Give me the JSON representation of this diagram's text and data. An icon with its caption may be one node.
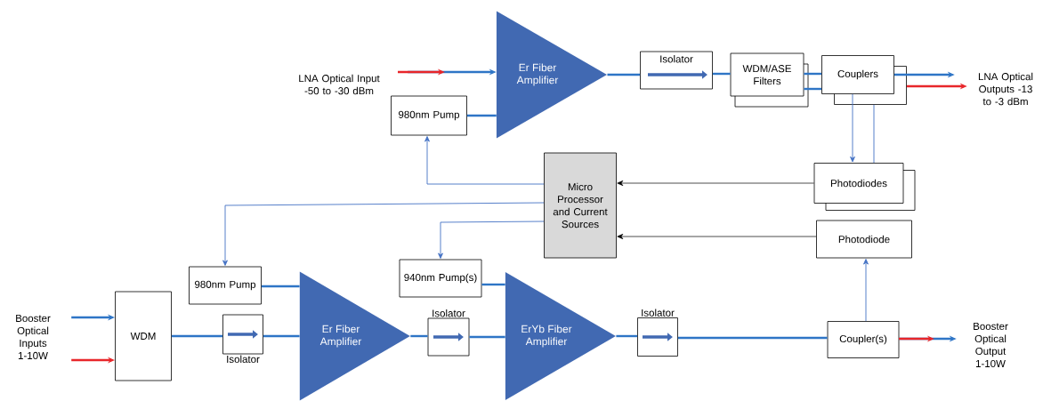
{
  "diagram": {
    "nodes": [
      {
        "text": [
          "LNA Optical Input -50 to -30 dBm"
        ]
      },
      {
        "text": [
          "980nm Pump"
        ]
      },
      {
        "text": [
          "Er Fiber Amplifier"
        ]
      },
      {
        "text": [
          "Isolator"
        ]
      },
      {
        "text": [
          "WDM/ASE Filters"
        ]
      },
      {
        "text": [
          "Couplers"
        ]
      },
      {
        "text": [
          "LNA Optical Outputs -13 to -3 dBm"
        ]
      },
      {
        "text": [
          "Micro Processor and Current Sources"
        ]
      },
      {
        "text": [
          "Photodiodes"
        ]
      },
      {
        "text": [
          "Photodiode"
        ]
      },
      {
        "text": [
          "Booster Optical Inputs 1-10W"
        ]
      },
      {
        "text": [
          "WDM"
        ]
      },
      {
        "text": [
          "980nm Pump"
        ]
      },
      {
        "text": [
          "Isolator"
        ]
      },
      {
        "text": [
          "Er Fiber Amplifier"
        ]
      },
      {
        "text": [
          "940nm Pump(s)"
        ]
      },
      {
        "text": [
          "Isolator"
        ]
      },
      {
        "text": [
          "ErYb Fiber Amplifier"
        ]
      },
      {
        "text": [
          "Isolator"
        ]
      },
      {
        "text": [
          "Coupler(s)"
        ]
      },
      {
        "text": [
          "Booster Optical Output 1-10W"
        ]
      }
    ],
    "edges": [
      {
        "from": 0,
        "to": 2,
        "arrow": "to"
      },
      {
        "from": 1,
        "to": 2,
        "arrow": "none"
      },
      {
        "from": 2,
        "to": 3,
        "arrow": "none"
      },
      {
        "from": 3,
        "to": 4,
        "arrow": "none"
      },
      {
        "from": 4,
        "to": 5,
        "arrow": "none"
      },
      {
        "from": 4,
        "to": 5,
        "arrow": "none"
      },
      {
        "from": 5,
        "to": 6,
        "arrow": "to"
      },
      {
        "from": 5,
        "to": 6,
        "arrow": "to",
        "color": "#e8262a"
      },
      {
        "from": 5,
        "to": 8,
        "arrow": "to",
        "color": "#4472c4"
      },
      {
        "from": 5,
        "to": 8,
        "arrow": "none",
        "color": "#4472c4"
      },
      {
        "from": 8,
        "to": 7,
        "arrow": "to",
        "color": "#000000"
      },
      {
        "from": 9,
        "to": 7,
        "arrow": "to",
        "color": "#000000"
      },
      {
        "from": 7,
        "to": 1,
        "arrow": "to",
        "color": "#4472c4"
      },
      {
        "from": 7,
        "to": 12,
        "arrow": "to",
        "color": "#4472c4"
      },
      {
        "from": 7,
        "to": 15,
        "arrow": "to",
        "color": "#4472c4"
      },
      {
        "from": 10,
        "to": 11,
        "arrow": "to"
      },
      {
        "from": 10,
        "to": 11,
        "arrow": "to",
        "color": "#e8262a"
      },
      {
        "from": 11,
        "to": 13,
        "arrow": "none"
      },
      {
        "from": 13,
        "to": 14,
        "arrow": "none"
      },
      {
        "from": 12,
        "to": 14,
        "arrow": "none"
      },
      {
        "from": 14,
        "to": 16,
        "arrow": "none"
      },
      {
        "from": 16,
        "to": 17,
        "arrow": "none"
      },
      {
        "from": 15,
        "to": 17,
        "arrow": "none"
      },
      {
        "from": 17,
        "to": 18,
        "arrow": "none"
      },
      {
        "from": 18,
        "to": 19,
        "arrow": "none"
      },
      {
        "from": 19,
        "to": 9,
        "arrow": "to",
        "color": "#4472c4"
      },
      {
        "from": 19,
        "to": 20,
        "arrow": "to"
      }
    ]
  }
}
